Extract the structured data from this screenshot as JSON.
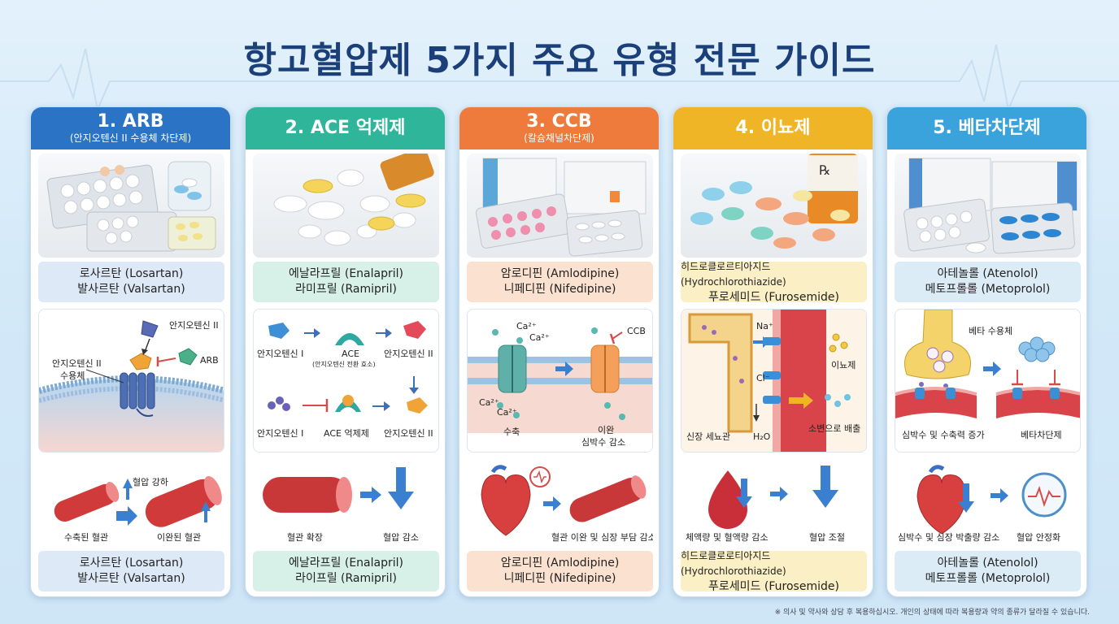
{
  "title": "항고혈압제 5가지 주요 유형 전문 가이드",
  "colors": {
    "arb": "#2a73c5",
    "ace": "#2fb59a",
    "ccb": "#ee7a3c",
    "diuretic": "#f0b526",
    "beta": "#3ba3dc",
    "title": "#1b3f78"
  },
  "cards": [
    {
      "title": "1. ARB",
      "subtitle": "(안지오텐신 II 수용체 차단제)",
      "drugs_top": [
        "로사르탄 (Losartan)",
        "발사르탄 (Valsartan)"
      ],
      "mechanism": {
        "label_ligand": "안지오텐신 II",
        "label_receptor_1": "안지오텐신 II",
        "label_receptor_2": "수용체",
        "label_blocker": "ARB"
      },
      "effect": {
        "label_up": "혈압 강하",
        "label_left": "수축된 혈관",
        "label_right": "이완된 혈관"
      },
      "drugs_bottom": [
        "로사르탄 (Losartan)",
        "발사르탄 (Valsartan)"
      ]
    },
    {
      "title": "2. ACE 억제제",
      "subtitle": "",
      "drugs_top": [
        "에날라프릴 (Enalapril)",
        "라미프릴 (Ramipril)"
      ],
      "mechanism": {
        "ang1_top": "안지오텐신 I",
        "ace": "ACE",
        "ace_sub": "(안지오텐신 전환 효소)",
        "ang2_top": "안지오텐신 II",
        "ang1_bottom": "안지오텐신 I",
        "ace_inhibitor": "ACE 억제제",
        "ang2_bottom": "안지오텐신 II"
      },
      "effect": {
        "label_left": "혈관 확장",
        "label_right": "혈압 감소"
      },
      "drugs_bottom": [
        "에날라프릴 (Enalapril)",
        "라이프릴 (Ramipril)"
      ]
    },
    {
      "title": "3. CCB",
      "subtitle": "(칼슘채널차단제)",
      "drugs_top": [
        "암로디핀 (Amlodipine)",
        "니페디핀 (Nifedipine)"
      ],
      "mechanism": {
        "ca_1": "Ca²⁺",
        "ca_2": "Ca²⁺",
        "ca_3": "Ca²⁺",
        "ca_4": "Ca²⁺",
        "ccb": "CCB",
        "label_left": "수축",
        "label_right_1": "이완",
        "label_right_2": "심박수 감소"
      },
      "effect": {
        "label": "혈관 이완 및 심장 부담 감소"
      },
      "drugs_bottom": [
        "암로디핀 (Amlodipine)",
        "니페디핀 (Nifedipine)"
      ]
    },
    {
      "title": "4. 이뇨제",
      "subtitle": "",
      "drugs_top": [
        "히드로클로르티아지드 (Hydrochlorothiazide)",
        "푸로세미드 (Furosemide)"
      ],
      "mechanism": {
        "na": "Na⁺",
        "cl": "Cl⁻",
        "diuretic": "이뇨제",
        "tubule": "신장 세뇨관",
        "water": "H₂O",
        "excrete": "소변으로 배출"
      },
      "effect": {
        "label_left": "체액량 및 혈액량 감소",
        "label_right": "혈압 조절"
      },
      "drugs_bottom": [
        "히드로클로로티아지드 (Hydrochlorothiazide)",
        "푸로세미드 (Furosemide)"
      ]
    },
    {
      "title": "5. 베타차단제",
      "subtitle": "",
      "drugs_top": [
        "아테놀롤 (Atenolol)",
        "메토프롤롤 (Metoprolol)"
      ],
      "mechanism": {
        "receptor": "베타 수용체",
        "label_left": "심박수 및 수축력 증가",
        "label_right": "베타차단제"
      },
      "effect": {
        "label_left": "심박수 및 심장 박출량 감소",
        "label_right": "혈압 안정화"
      },
      "drugs_bottom": [
        "아테놀롤 (Atenolol)",
        "메토프롤롤 (Metoprolol)"
      ]
    }
  ],
  "footer": "※ 의사 및 약사와 상담 후 복용하십시오. 개인의 상태에 따라 복용량과 약의 종류가 달라질 수 있습니다."
}
